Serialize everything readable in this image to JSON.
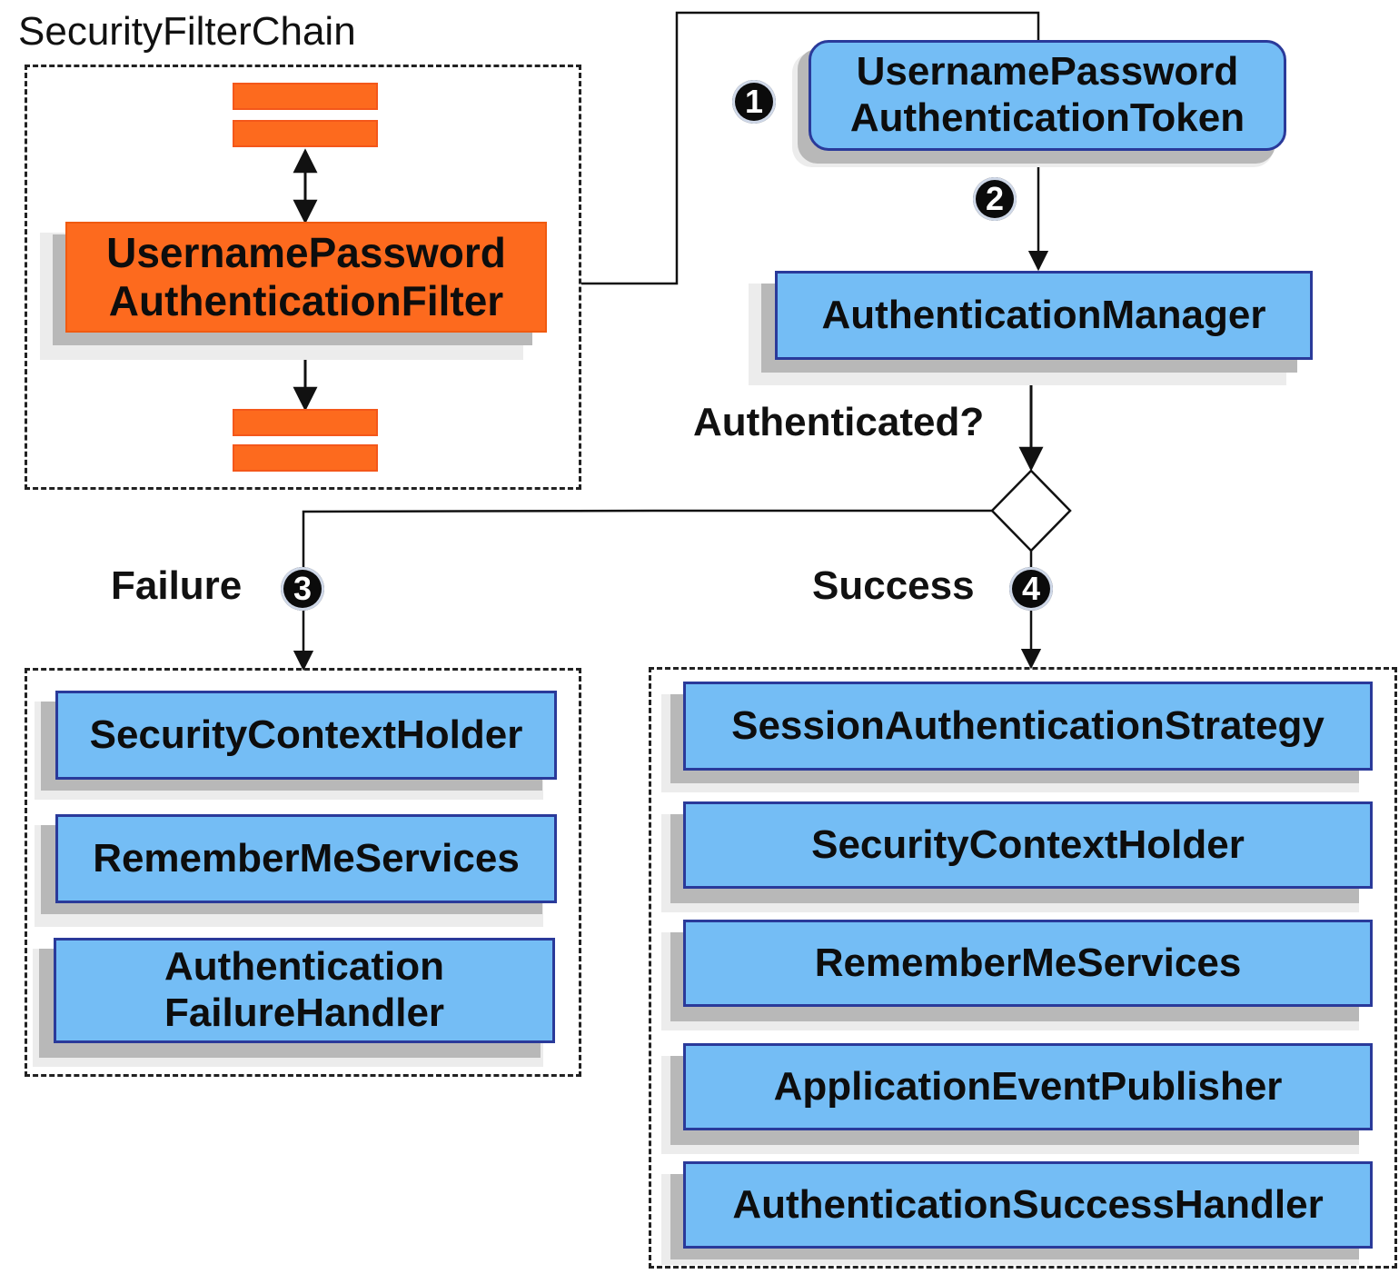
{
  "diagram": {
    "filter_chain": {
      "title": "SecurityFilterChain",
      "filter_lines": [
        "UsernamePassword",
        "AuthenticationFilter"
      ]
    },
    "token": {
      "lines": [
        "UsernamePassword",
        "AuthenticationToken"
      ]
    },
    "manager": {
      "label": "AuthenticationManager"
    },
    "decision": {
      "label": "Authenticated?"
    },
    "failure": {
      "label": "Failure",
      "items": [
        "SecurityContextHolder",
        "RememberMeServices"
      ],
      "handler_lines": [
        "Authentication",
        "FailureHandler"
      ]
    },
    "success": {
      "label": "Success",
      "items": [
        "SessionAuthenticationStrategy",
        "SecurityContextHolder",
        "RememberMeServices",
        "ApplicationEventPublisher",
        "AuthenticationSuccessHandler"
      ]
    },
    "steps": [
      "1",
      "2",
      "3",
      "4"
    ],
    "colors": {
      "filter": "#fd6a1e",
      "component": "#74bdf5",
      "component_border": "#2a3a9a",
      "step_circle": "#0b0b0b",
      "line": "#111111"
    }
  }
}
